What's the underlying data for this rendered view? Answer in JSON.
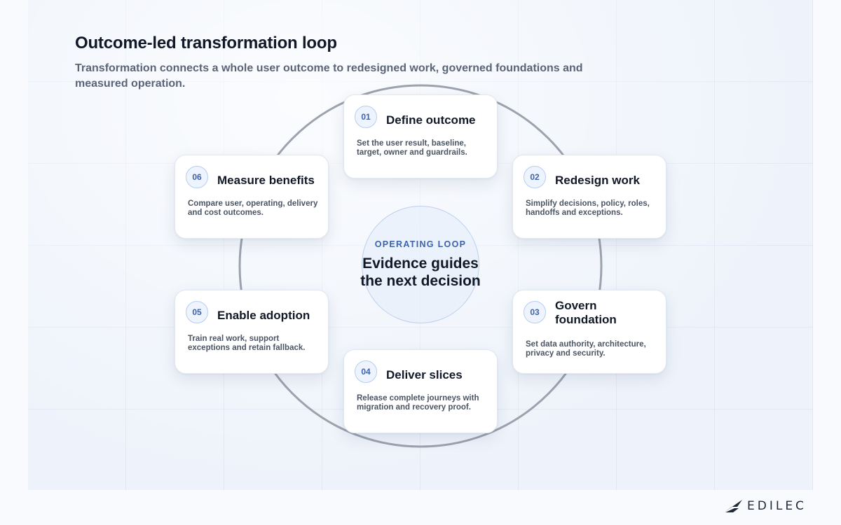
{
  "header": {
    "title": "Outcome-led transformation loop",
    "subtitle": "Transformation connects a whole user outcome to redesigned work, governed foundations and measured operation."
  },
  "hub": {
    "label": "OPERATING LOOP",
    "text": "Evidence guides the next decision"
  },
  "steps": [
    {
      "number": "01",
      "title": "Define outcome",
      "description": "Set the user result, baseline, target, owner and guardrails."
    },
    {
      "number": "02",
      "title": "Redesign work",
      "description": "Simplify decisions, policy, roles, handoffs and exceptions."
    },
    {
      "number": "03",
      "title": "Govern foundation",
      "description": "Set data authority, architecture, privacy and security."
    },
    {
      "number": "04",
      "title": "Deliver slices",
      "description": "Release complete journeys with migration and recovery proof."
    },
    {
      "number": "05",
      "title": "Enable adoption",
      "description": "Train real work, support exceptions and retain fallback."
    },
    {
      "number": "06",
      "title": "Measure benefits",
      "description": "Compare user, operating, delivery and cost outcomes."
    }
  ],
  "brand": {
    "name": "EDILEC"
  },
  "colors": {
    "accent": "#3f63a8",
    "ring": "#9ca3af",
    "text": "#111827",
    "muted": "#5b6577"
  }
}
